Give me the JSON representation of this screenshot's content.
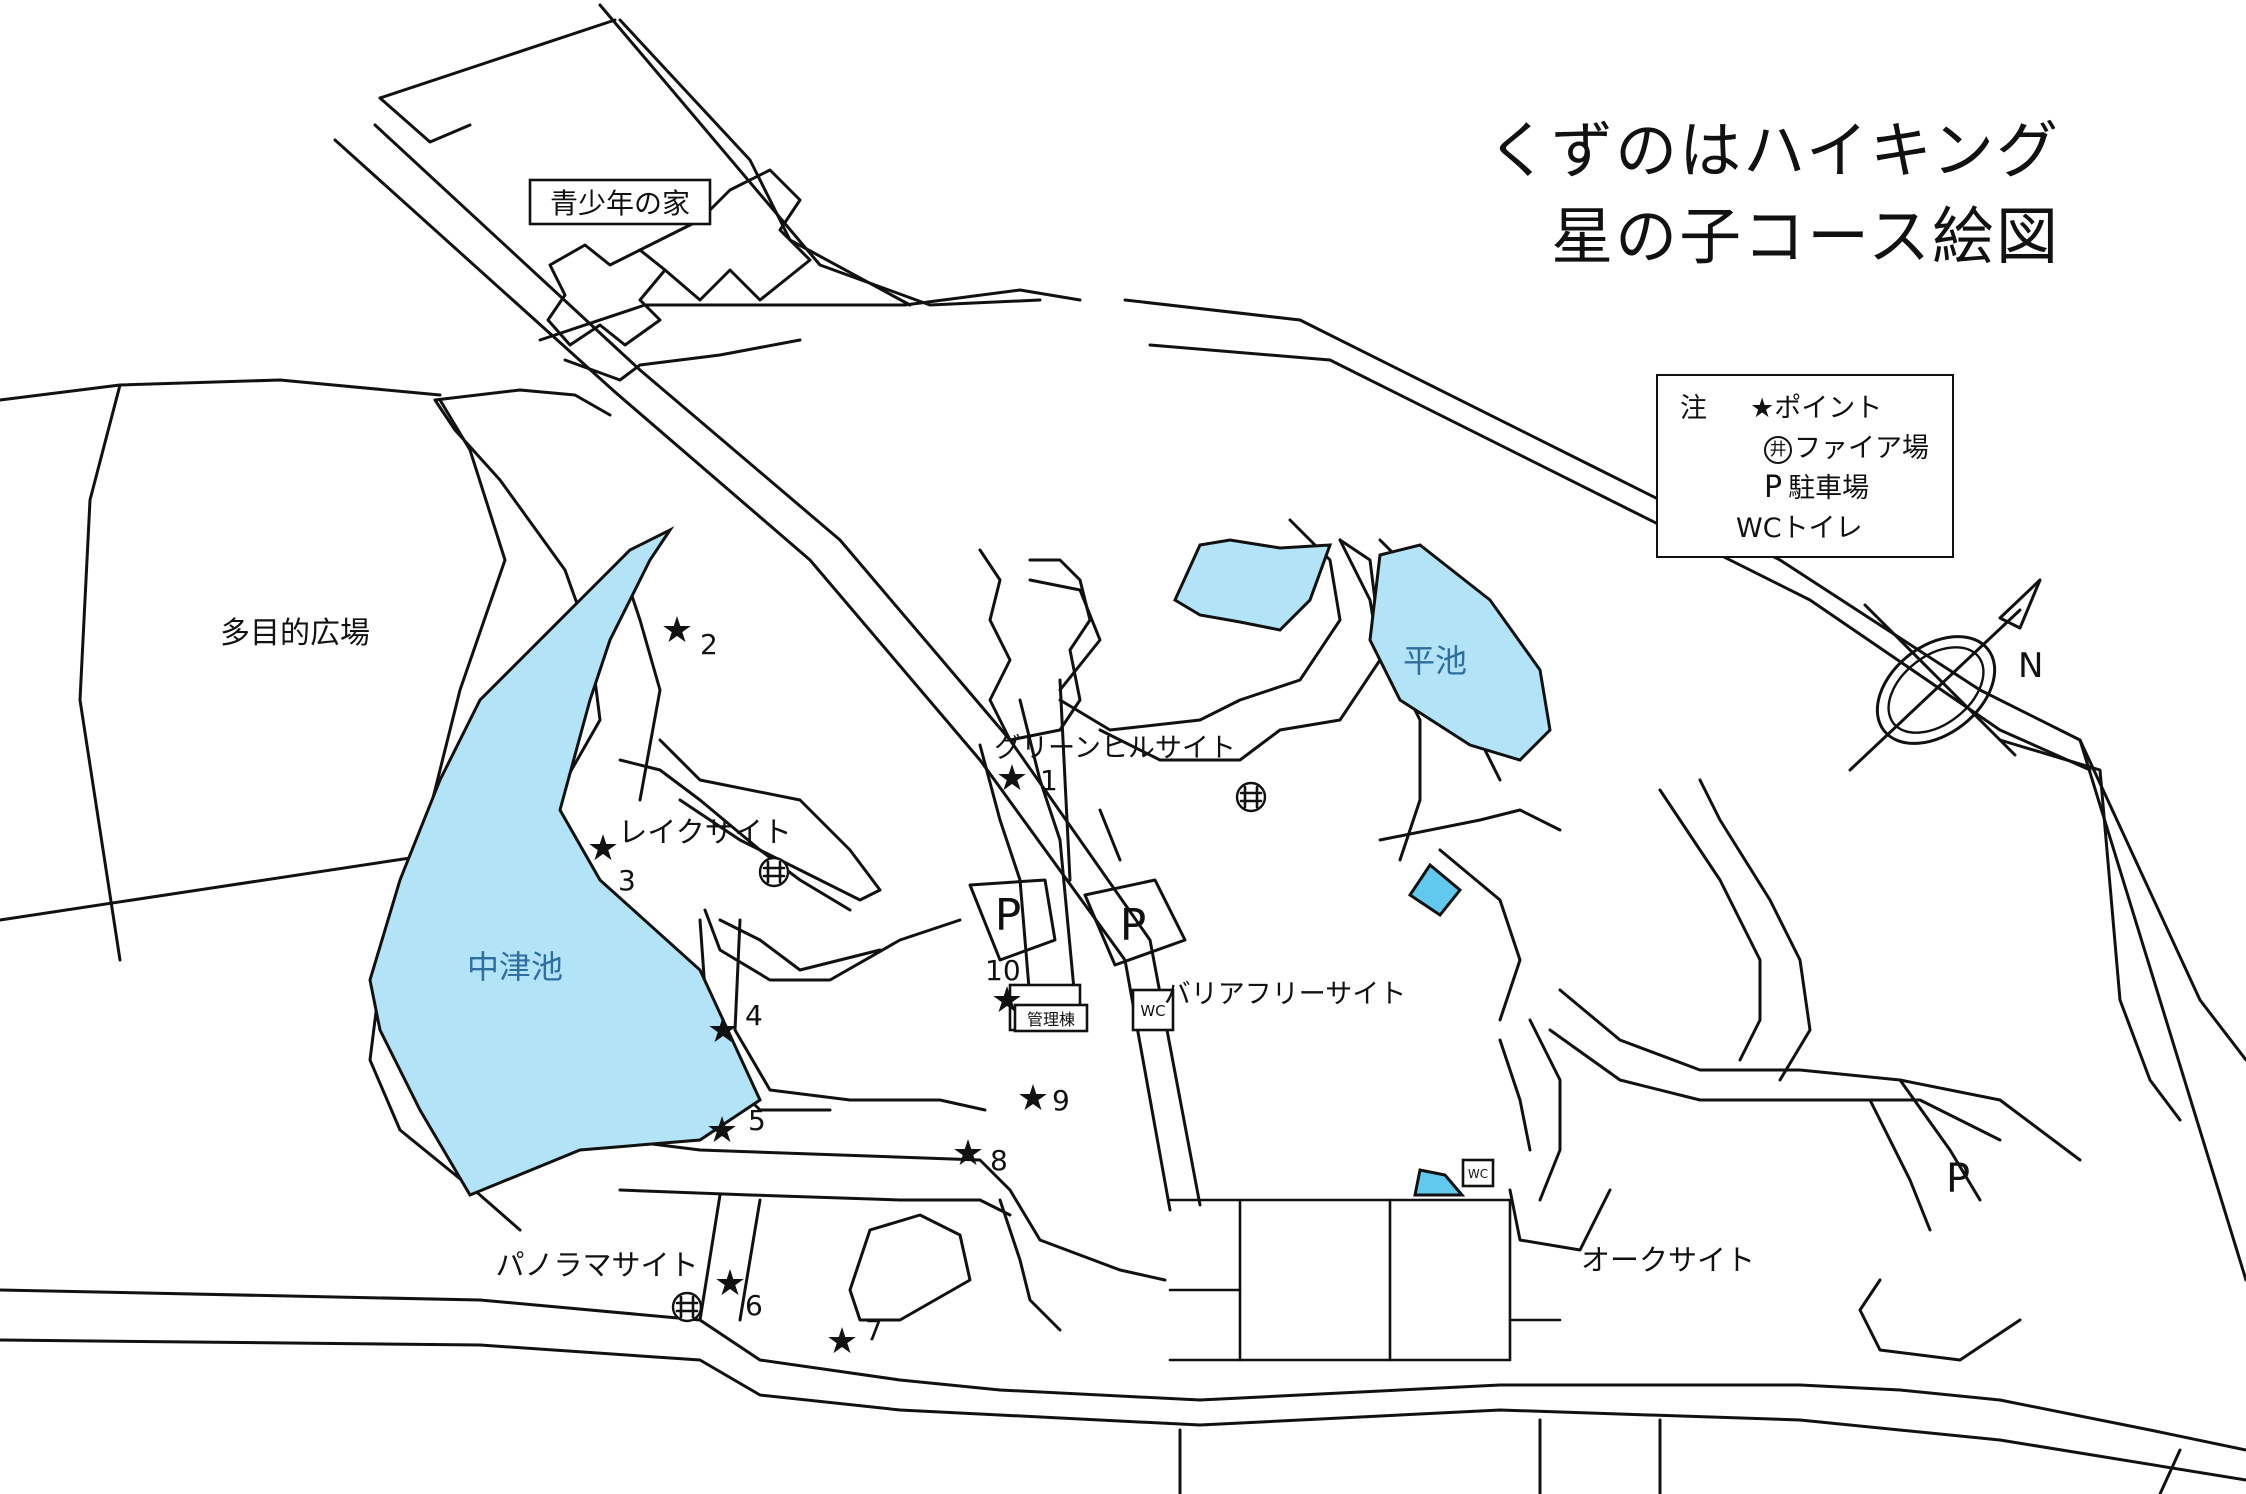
{
  "title": {
    "line1": "くずのはハイキング",
    "line2": "星の子コース絵図"
  },
  "legend": {
    "heading": "注",
    "items": [
      {
        "symbol": "★",
        "label": "ポイント"
      },
      {
        "symbol": "井",
        "label": "ファイア場"
      },
      {
        "symbol": "P",
        "label": "駐車場"
      },
      {
        "symbol": "WC",
        "label": "トイレ"
      }
    ]
  },
  "compass": {
    "north_label": "N"
  },
  "ponds": {
    "nakatsu": "中津池",
    "hira": "平池"
  },
  "facilities": {
    "youth_house": "青少年の家",
    "multipurpose": "多目的広場",
    "admin_building": "管理棟",
    "wc": "WC"
  },
  "sites": {
    "green_hill": "グリーンヒルサイト",
    "lake": "レイクサイト",
    "barrier_free": "バリアフリーサイト",
    "panorama": "パノラマサイト",
    "oak": "オークサイト"
  },
  "points": [
    {
      "number": "1"
    },
    {
      "number": "2"
    },
    {
      "number": "3"
    },
    {
      "number": "4"
    },
    {
      "number": "5"
    },
    {
      "number": "6"
    },
    {
      "number": "7"
    },
    {
      "number": "8"
    },
    {
      "number": "9"
    },
    {
      "number": "10"
    }
  ],
  "parking": {
    "label": "P"
  },
  "icons": {
    "point": "star-icon",
    "fire_pit": "fire-pit-icon",
    "parking": "parking-icon",
    "toilet": "toilet-icon",
    "north_arrow": "north-arrow-icon"
  },
  "colors": {
    "pond_fill": "#b3e3f6",
    "pond_deep_fill": "#62c9ee",
    "line": "#111111"
  }
}
